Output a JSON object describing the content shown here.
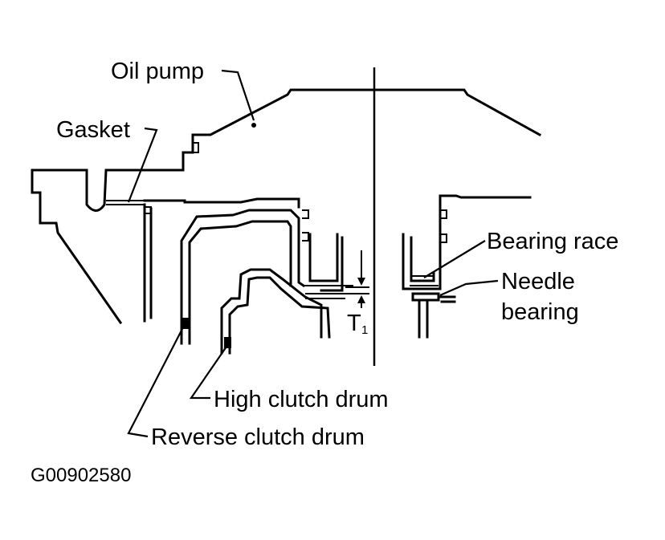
{
  "labels": {
    "oil_pump": "Oil pump",
    "gasket": "Gasket",
    "bearing_race": "Bearing race",
    "needle_line1": "Needle",
    "needle_line2": "bearing",
    "high_clutch_drum": "High clutch drum",
    "reverse_clutch_drum": "Reverse clutch drum",
    "dimension_symbol": "T",
    "dimension_subscript": "1"
  },
  "figure_code": "G00902580"
}
